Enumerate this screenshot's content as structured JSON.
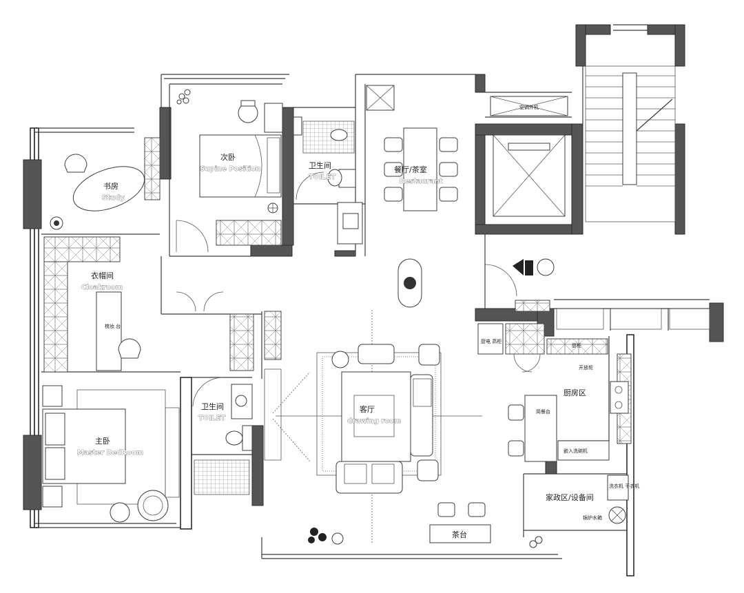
{
  "rooms": {
    "secondary_bedroom": {
      "cn": "次卧",
      "en": "Supine Position"
    },
    "bathroom_1": {
      "cn": "卫生间",
      "en": "TOILET"
    },
    "dining": {
      "cn": "餐厅/茶室",
      "en": "Restaurant"
    },
    "study": {
      "cn": "书房",
      "en": "Study"
    },
    "cloakroom": {
      "cn": "衣帽间",
      "en": "Cloakroom"
    },
    "bathroom_2": {
      "cn": "卫生间",
      "en": "TOILET"
    },
    "living": {
      "cn": "客厅",
      "en": "drawing room"
    },
    "master": {
      "cn": "主卧",
      "en": "Master BedRoom"
    },
    "kitchen": {
      "cn": "厨房区"
    },
    "utility": {
      "cn": "家政区/设备间"
    },
    "tea_table": {
      "cn": "茶台"
    },
    "ac_unit": {
      "cn": "空调外机"
    }
  },
  "small_labels": {
    "kitchen_counter": "开放柜",
    "bar": "简餐台",
    "sink": "嵌入洗碗机",
    "cabinet": "厨柜",
    "washer": "洗衣机\n干衣机",
    "boiler": "锅炉水箱",
    "dresser": "梳妆\n台",
    "fridge": "厨电\n高柜"
  }
}
